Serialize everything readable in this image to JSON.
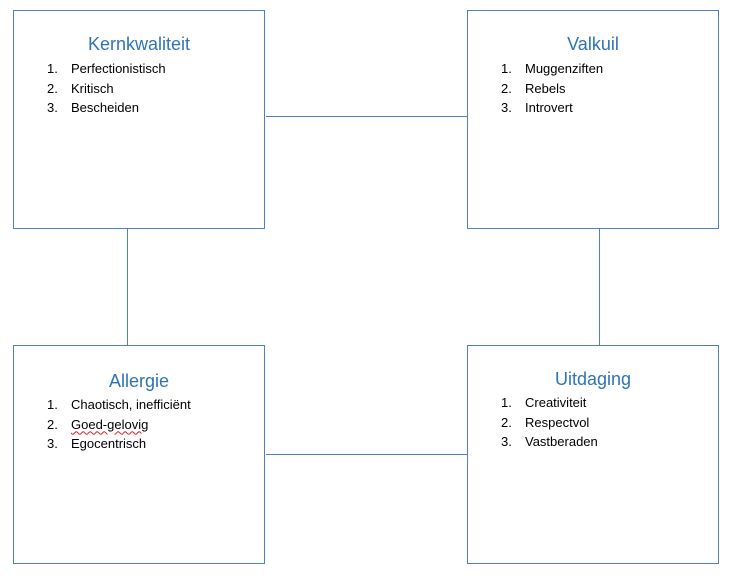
{
  "boxes": {
    "kernkwaliteit": {
      "title": "Kernkwaliteit",
      "items": [
        {
          "num": "1.",
          "text": "Perfectionistisch"
        },
        {
          "num": "2.",
          "text": "Kritisch"
        },
        {
          "num": "3.",
          "text": "Bescheiden"
        }
      ]
    },
    "valkuil": {
      "title": "Valkuil",
      "items": [
        {
          "num": "1.",
          "text": "Muggenziften"
        },
        {
          "num": "2.",
          "text": "Rebels"
        },
        {
          "num": "3.",
          "text": "Introvert"
        }
      ]
    },
    "allergie": {
      "title": "Allergie",
      "items": [
        {
          "num": "1.",
          "text": "Chaotisch, inefficiënt"
        },
        {
          "num": "2.",
          "text": "Goed-gelovig"
        },
        {
          "num": "3.",
          "text": "Egocentrisch"
        }
      ]
    },
    "uitdaging": {
      "title": "Uitdaging",
      "items": [
        {
          "num": "1.",
          "text": "Creativiteit"
        },
        {
          "num": "2.",
          "text": "Respectvol"
        },
        {
          "num": "3.",
          "text": "Vastberaden"
        }
      ]
    }
  },
  "colors": {
    "border": "#4f81bd",
    "title": "#2e74b5",
    "spellcheck_underline": "#d92020"
  }
}
